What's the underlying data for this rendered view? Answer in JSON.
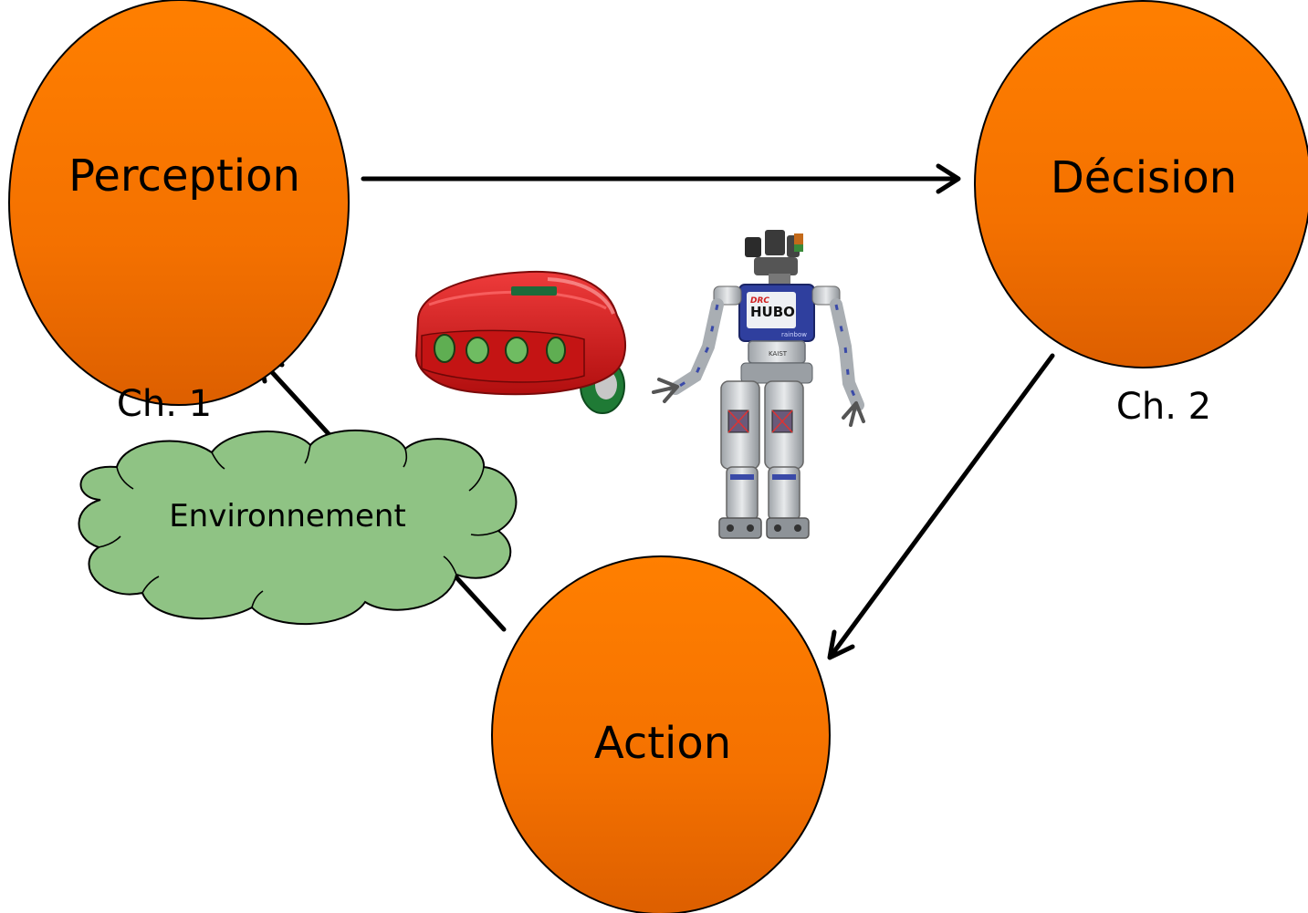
{
  "nodes": {
    "perception": "Perception",
    "decision": "Décision",
    "action": "Action"
  },
  "cloud": {
    "label": "Environnement"
  },
  "chapters": {
    "ch1": "Ch. 1",
    "ch2": "Ch. 2"
  },
  "robot_badge": {
    "top": "DRC",
    "main": "HUBO",
    "sub": "rainbow",
    "waist": "KAIST"
  },
  "colors": {
    "node_fill_top": "#ff7e00",
    "node_fill_bottom": "#e06000",
    "cloud_fill": "#8fc384",
    "arrow": "#000000",
    "robot_red": "#d01818",
    "robot_green": "#2a8a40",
    "humanoid_silver": "#c8ccd0",
    "humanoid_blue": "#3a4aa8"
  }
}
